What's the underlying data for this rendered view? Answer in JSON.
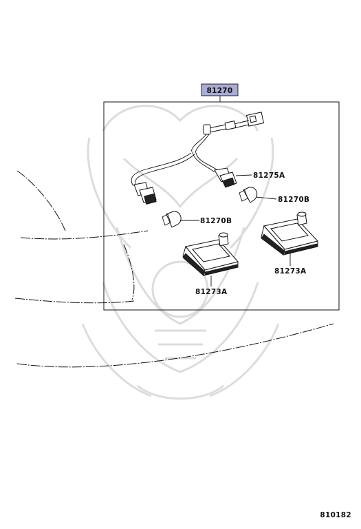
{
  "diagram": {
    "assembly_label": "81270",
    "highlight_color": "#a9acd6",
    "labels": {
      "socket": "81275A",
      "bulb_right": "81270B",
      "bulb_left": "81270B",
      "lens_left": "81273A",
      "lens_right": "81273A"
    },
    "illustration_number": "810182",
    "watermark": "samurai-crest-watermark"
  }
}
